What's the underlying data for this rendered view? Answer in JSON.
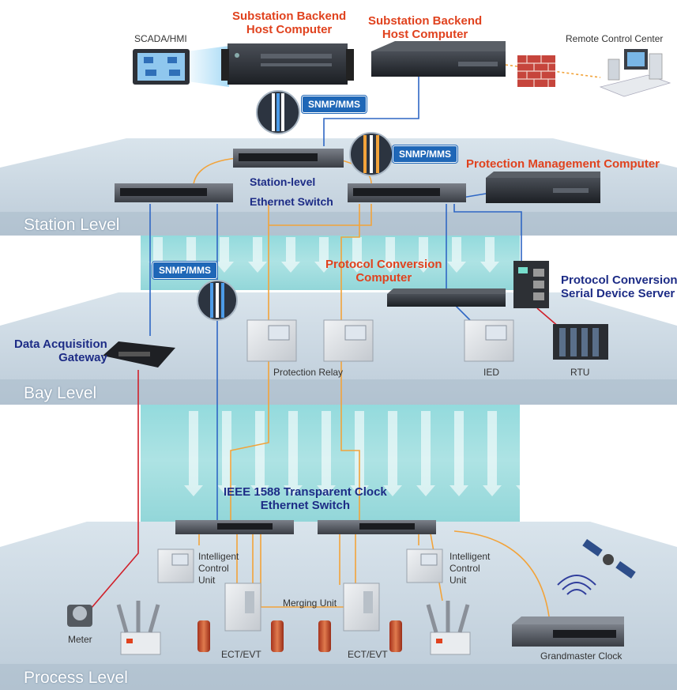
{
  "levels": {
    "station": "Station Level",
    "bay": "Bay Level",
    "process": "Process Level"
  },
  "labels": {
    "backend_host_1": "Substation Backend\nHost Computer",
    "backend_host_2": "Substation Backend\nHost Computer",
    "scada": "SCADA/HMI",
    "remote_center": "Remote Control Center",
    "snmp_top": "SNMP/MMS",
    "snmp_right": "SNMP/MMS",
    "snmp_bay": "SNMP/MMS",
    "station_switch": "Station-level\nEthernet Switch",
    "protection_mgmt": "Protection Management Computer",
    "protocol_conv_computer": "Protocol Conversion\nComputer",
    "protocol_conv_server": "Protocol Conversion\nSerial Device Server",
    "data_gateway": "Data Acquisition\nGateway",
    "protection_relay": "Protection Relay",
    "ied": "IED",
    "rtu": "RTU",
    "ieee_switch": "IEEE 1588 Transparent Clock\nEthernet Switch",
    "icu_left": "Intelligent\nControl\nUnit",
    "icu_right": "Intelligent\nControl\nUnit",
    "merging_unit": "Merging Unit",
    "meter": "Meter",
    "ect_left": "ECT/EVT",
    "ect_right": "ECT/EVT",
    "grandmaster": "Grandmaster Clock"
  },
  "colors": {
    "title_red": "#e0421e",
    "label_navy": "#1d2c86",
    "badge_blue": "#1f67b7",
    "link_orange": "#f2a33a",
    "link_blue": "#2f67c4",
    "link_red": "#d0202a",
    "platform": "#cfdbe5",
    "teal_band": "#7fd4d6"
  },
  "icons": [
    "monitor-icon",
    "server-icon",
    "firewall-icon",
    "workstation-icon",
    "switch-icon",
    "relay-icon",
    "rtu-icon",
    "meter-icon",
    "breaker-icon",
    "ect-icon",
    "merging-unit-icon",
    "satellite-icon",
    "wifi-icon",
    "gateway-icon",
    "serial-server-icon"
  ]
}
